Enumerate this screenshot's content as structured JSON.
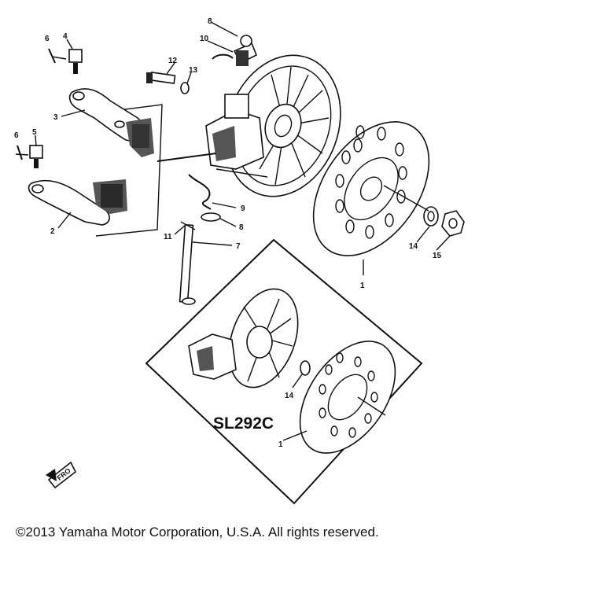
{
  "callouts": {
    "c1": "1",
    "c1b": "1",
    "c2": "2",
    "c3": "3",
    "c4": "4",
    "c5": "5",
    "c6a": "6",
    "c6b": "6",
    "c7": "7",
    "c8a": "8",
    "c8b": "8",
    "c9": "9",
    "c10": "10",
    "c11": "11",
    "c12": "12",
    "c13": "13",
    "c14a": "14",
    "c14b": "14",
    "c15": "15"
  },
  "inset_model": "SL292C",
  "front_marker": "FRO",
  "copyright": "©2013 Yamaha Motor Corporation, U.S.A. All rights reserved."
}
